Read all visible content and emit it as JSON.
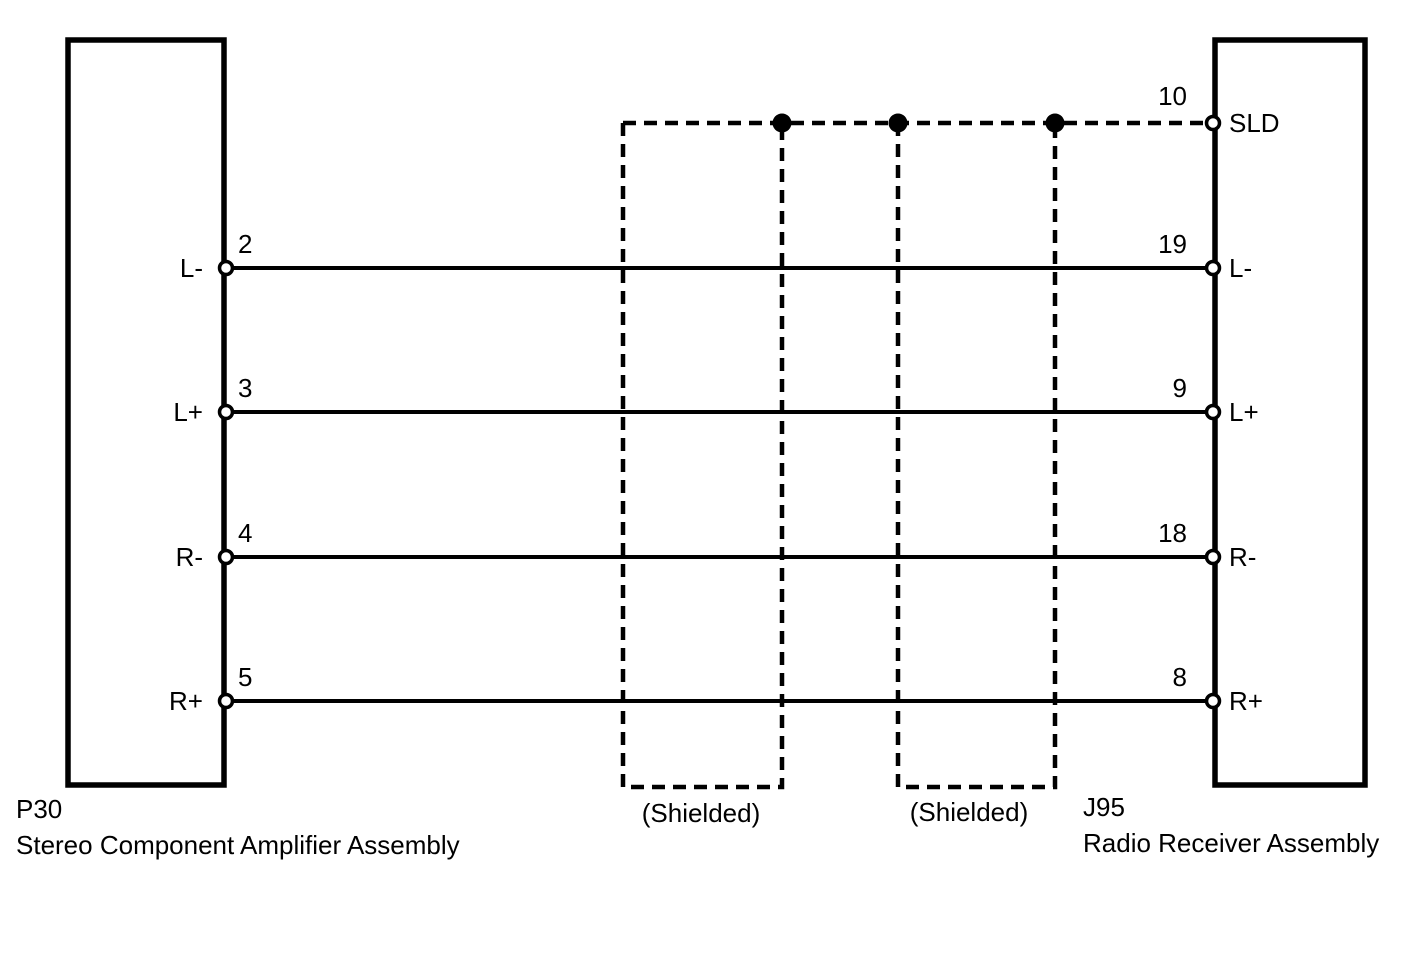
{
  "diagram": {
    "type": "wiring-diagram",
    "colors": {
      "line": "#000000",
      "background": "#ffffff"
    },
    "left_connector": {
      "code": "P30",
      "name": "Stereo Component Amplifier Assembly",
      "pins": [
        {
          "number": "2",
          "label": "L-"
        },
        {
          "number": "3",
          "label": "L+"
        },
        {
          "number": "4",
          "label": "R-"
        },
        {
          "number": "5",
          "label": "R+"
        }
      ]
    },
    "right_connector": {
      "code": "J95",
      "name": "Radio Receiver Assembly",
      "pins": [
        {
          "number": "10",
          "label": "SLD"
        },
        {
          "number": "19",
          "label": "L-"
        },
        {
          "number": "9",
          "label": "L+"
        },
        {
          "number": "18",
          "label": "R-"
        },
        {
          "number": "8",
          "label": "R+"
        }
      ]
    },
    "wires": [
      {
        "signal": "L-",
        "from_pin": "2",
        "to_pin": "19"
      },
      {
        "signal": "L+",
        "from_pin": "3",
        "to_pin": "9"
      },
      {
        "signal": "R-",
        "from_pin": "4",
        "to_pin": "18"
      },
      {
        "signal": "R+",
        "from_pin": "5",
        "to_pin": "8"
      }
    ],
    "shield": {
      "drain_pin": "10",
      "labels": [
        "(Shielded)",
        "(Shielded)"
      ]
    }
  }
}
